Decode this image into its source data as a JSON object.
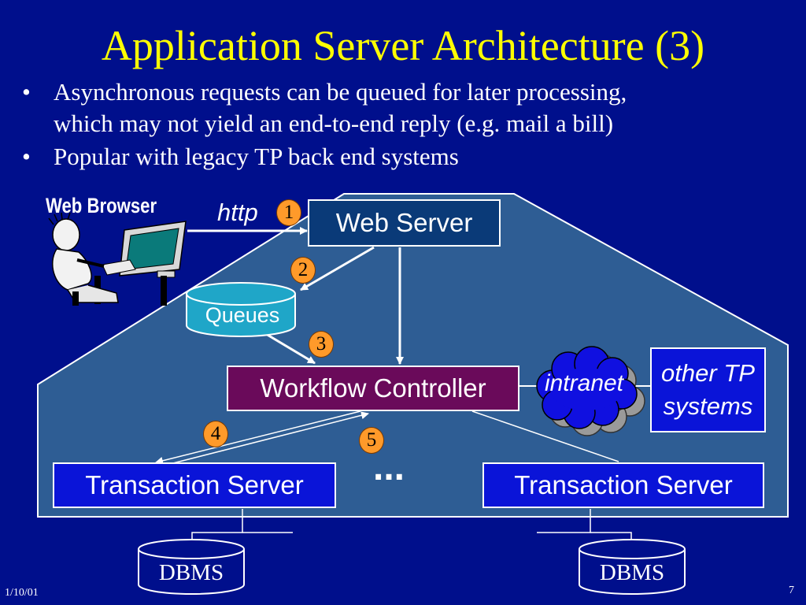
{
  "slide": {
    "title": "Application Server Architecture (3)",
    "bullets": [
      {
        "line1": "Asynchronous requests can be queued for later processing,",
        "line2": "which may not yield an end-to-end reply (e.g. mail a bill)"
      },
      {
        "line1": "Popular with legacy TP back end systems",
        "line2": ""
      }
    ],
    "bullet_symbol": "•",
    "footer": {
      "date": "1/10/01",
      "page": "7"
    }
  },
  "diagram": {
    "web_browser_label": "Web Browser",
    "http_label": "http",
    "web_server_label": "Web Server",
    "queues_label": "Queues",
    "workflow_controller_label": "Workflow Controller",
    "intranet_label": "intranet",
    "other_tp_line1": "other TP",
    "other_tp_line2": "systems",
    "transaction_server_left": "Transaction Server",
    "transaction_server_right": "Transaction Server",
    "ellipsis": "...",
    "dbms_left": "DBMS",
    "dbms_right": "DBMS",
    "steps": [
      "1",
      "2",
      "3",
      "4",
      "5"
    ]
  },
  "colors": {
    "background": "#000f8c",
    "title": "#ffff00",
    "panel": "#2e5d94",
    "queues": "#1fa6c8",
    "workflow": "#6a0a5a",
    "web_server": "#0a3a78",
    "transaction_server": "#0a14d8",
    "badge": "#ff9a2a",
    "intranet_cloud": "#1010e0"
  }
}
